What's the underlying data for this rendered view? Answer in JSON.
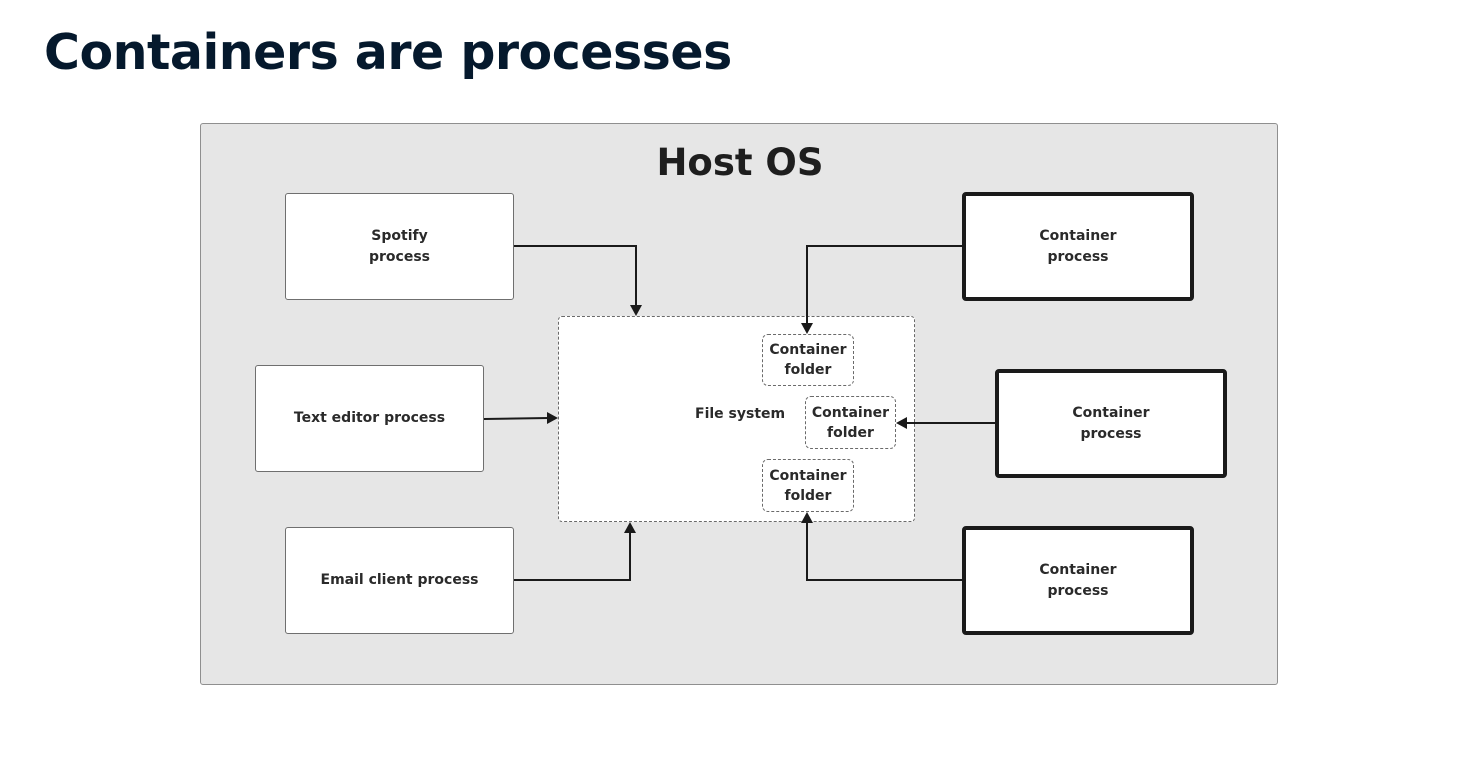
{
  "title": "Containers are processes",
  "diagram": {
    "host": {
      "label": "Host OS"
    },
    "processes": [
      {
        "id": "spotify",
        "label": "Spotify\nprocess"
      },
      {
        "id": "text-editor",
        "label": "Text editor process"
      },
      {
        "id": "email-client",
        "label": "Email client process"
      }
    ],
    "container_processes": [
      {
        "id": "container-1",
        "label": "Container\nprocess"
      },
      {
        "id": "container-2",
        "label": "Container\nprocess"
      },
      {
        "id": "container-3",
        "label": "Container\nprocess"
      }
    ],
    "file_system": {
      "label": "File system",
      "folders": [
        {
          "id": "folder-1",
          "label": "Container\nfolder"
        },
        {
          "id": "folder-2",
          "label": "Container\nfolder"
        },
        {
          "id": "folder-3",
          "label": "Container\nfolder"
        }
      ]
    },
    "edges": [
      {
        "from": "spotify",
        "to": "file-system"
      },
      {
        "from": "text-editor",
        "to": "file-system"
      },
      {
        "from": "email-client",
        "to": "file-system"
      },
      {
        "from": "container-1",
        "to": "folder-1"
      },
      {
        "from": "container-2",
        "to": "folder-2"
      },
      {
        "from": "container-3",
        "to": "folder-3"
      }
    ]
  }
}
